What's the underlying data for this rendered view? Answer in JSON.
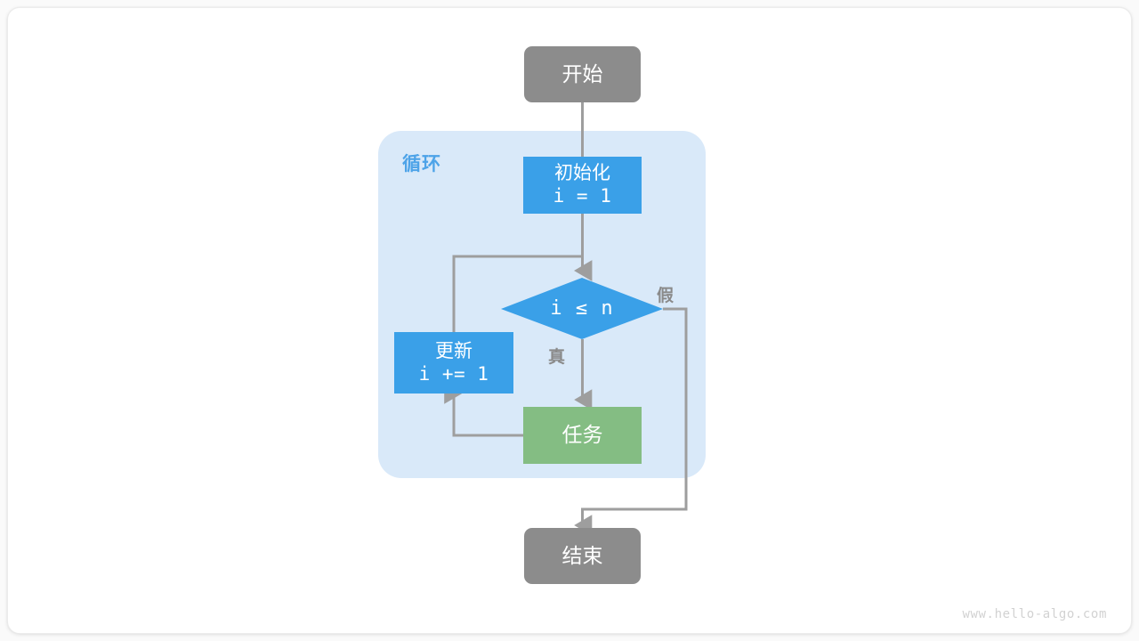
{
  "diagram": {
    "title": "for-loop-flowchart",
    "colors": {
      "terminal": "#8c8c8c",
      "process_blue": "#3aa0e8",
      "process_green": "#84bd83",
      "container_bg": "#d9e9f9",
      "container_label": "#4da3e8",
      "edge": "#9e9e9e",
      "edge_label": "#8a8a8a",
      "canvas": "#ffffff"
    },
    "container": {
      "label": "循环"
    },
    "nodes": {
      "start": {
        "label": "开始"
      },
      "init": {
        "line1": "初始化",
        "line2": "i = 1"
      },
      "decision": {
        "label": "i ≤ n"
      },
      "update": {
        "line1": "更新",
        "line2": "i += 1"
      },
      "task": {
        "label": "任务"
      },
      "end": {
        "label": "结束"
      }
    },
    "edge_labels": {
      "true": "真",
      "false": "假"
    },
    "watermark": "www.hello-algo.com"
  }
}
